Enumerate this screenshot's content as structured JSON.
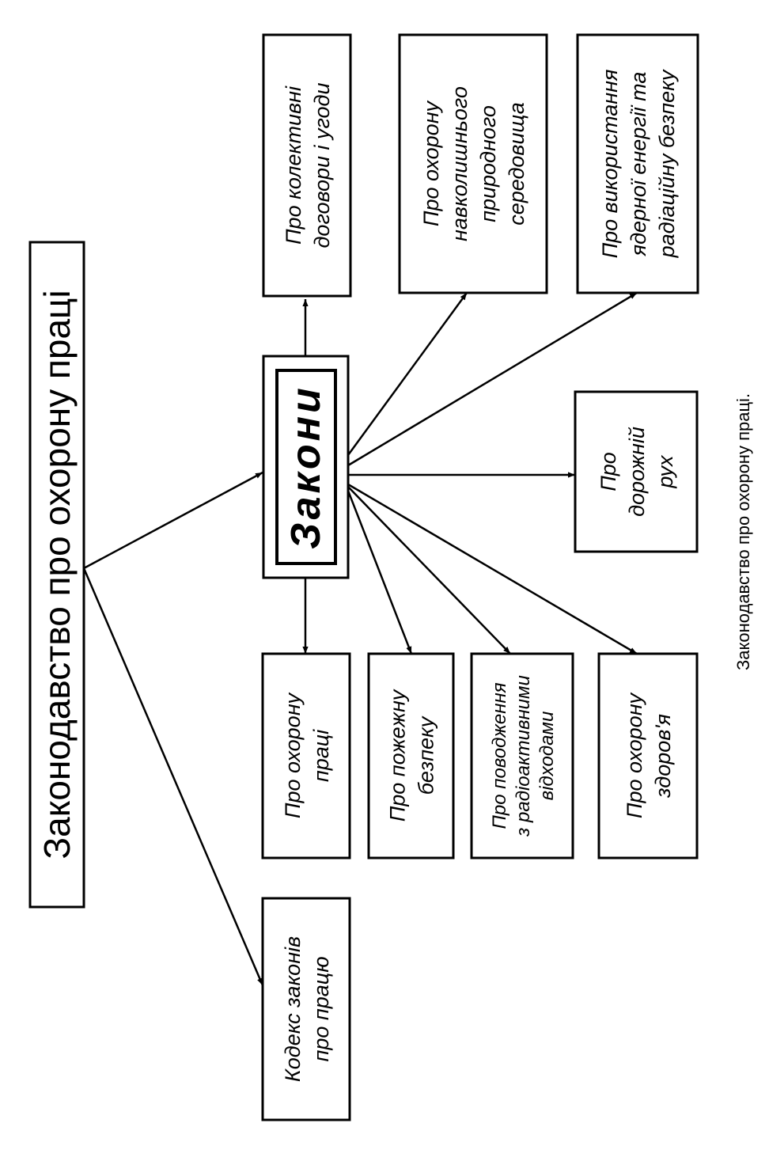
{
  "title": "Законодавство про охорону праці",
  "center": "Закони",
  "boxes": {
    "kodeks": [
      "Кодекс законів",
      "про працю"
    ],
    "okhorona_pratsi": [
      "Про охорону",
      "праці"
    ],
    "pozhezhna": [
      "Про пожежну",
      "безпеку"
    ],
    "radioaktyvni": [
      "Про поводження",
      "з радіоактивними",
      "відходами"
    ],
    "zdorovia": [
      "Про охорону",
      "здоров'я"
    ],
    "dorozhnii": [
      "Про",
      "дорожній",
      "рух"
    ],
    "kolektyvni": [
      "Про колективні",
      "договори і угоди"
    ],
    "seredovyshche": [
      "Про охорону",
      "навколишнього",
      "природного",
      "середовища"
    ],
    "yaderna": [
      "Про використання",
      "ядерної енергії та",
      "радіаційну безпеку"
    ]
  },
  "caption": "Законодавство про охорону праці.",
  "colors": {
    "stroke": "#000000",
    "background": "#ffffff"
  }
}
